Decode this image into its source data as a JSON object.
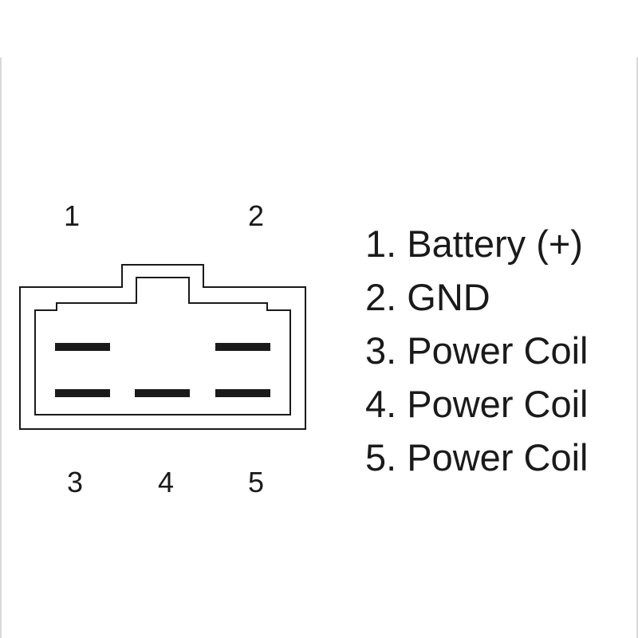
{
  "connector": {
    "pins": [
      {
        "number": "1",
        "label": "Battery (+)"
      },
      {
        "number": "2",
        "label": "GND"
      },
      {
        "number": "3",
        "label": "Power Coil"
      },
      {
        "number": "4",
        "label": "Power Coil"
      },
      {
        "number": "5",
        "label": "Power Coil"
      }
    ],
    "line_color": "#1a1a1a",
    "background_color": "#ffffff"
  },
  "legend": [
    "1. Battery (+)",
    "2. GND",
    "3. Power Coil",
    "4. Power Coil",
    "5. Power Coil"
  ]
}
